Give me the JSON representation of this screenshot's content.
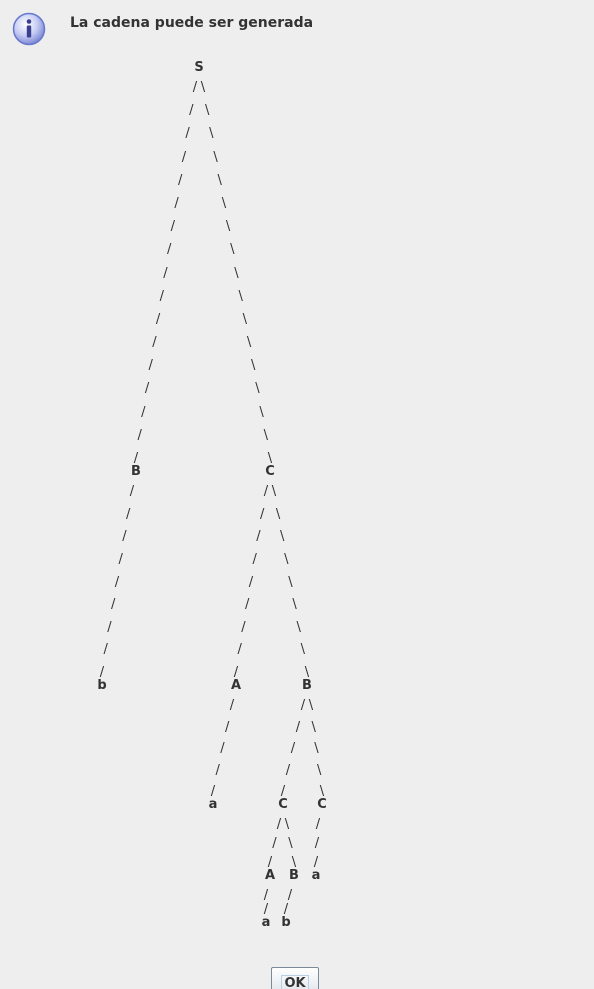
{
  "dialog": {
    "icon": "info-icon",
    "message": "La cadena puede ser generada",
    "ok_label": "OK",
    "accent_color": "#6677cc"
  },
  "tree": {
    "nodes": [
      {
        "id": "S",
        "label": "S"
      },
      {
        "id": "B1",
        "label": "B"
      },
      {
        "id": "C1",
        "label": "C"
      },
      {
        "id": "b1",
        "label": "b"
      },
      {
        "id": "A1",
        "label": "A"
      },
      {
        "id": "B2",
        "label": "B"
      },
      {
        "id": "a1",
        "label": "a"
      },
      {
        "id": "C2",
        "label": "C"
      },
      {
        "id": "C3",
        "label": "C"
      },
      {
        "id": "A2",
        "label": "A"
      },
      {
        "id": "B3",
        "label": "B"
      },
      {
        "id": "a2",
        "label": "a"
      },
      {
        "id": "a3",
        "label": "a"
      },
      {
        "id": "b2",
        "label": "b"
      }
    ],
    "edges": [
      {
        "from": "S",
        "to": "B1"
      },
      {
        "from": "S",
        "to": "C1"
      },
      {
        "from": "B1",
        "to": "b1"
      },
      {
        "from": "C1",
        "to": "A1"
      },
      {
        "from": "C1",
        "to": "B2"
      },
      {
        "from": "A1",
        "to": "a1"
      },
      {
        "from": "B2",
        "to": "C2"
      },
      {
        "from": "B2",
        "to": "C3"
      },
      {
        "from": "C2",
        "to": "A2"
      },
      {
        "from": "C2",
        "to": "B3"
      },
      {
        "from": "C3",
        "to": "a2"
      },
      {
        "from": "A2",
        "to": "a3"
      },
      {
        "from": "B3",
        "to": "b2"
      }
    ]
  }
}
